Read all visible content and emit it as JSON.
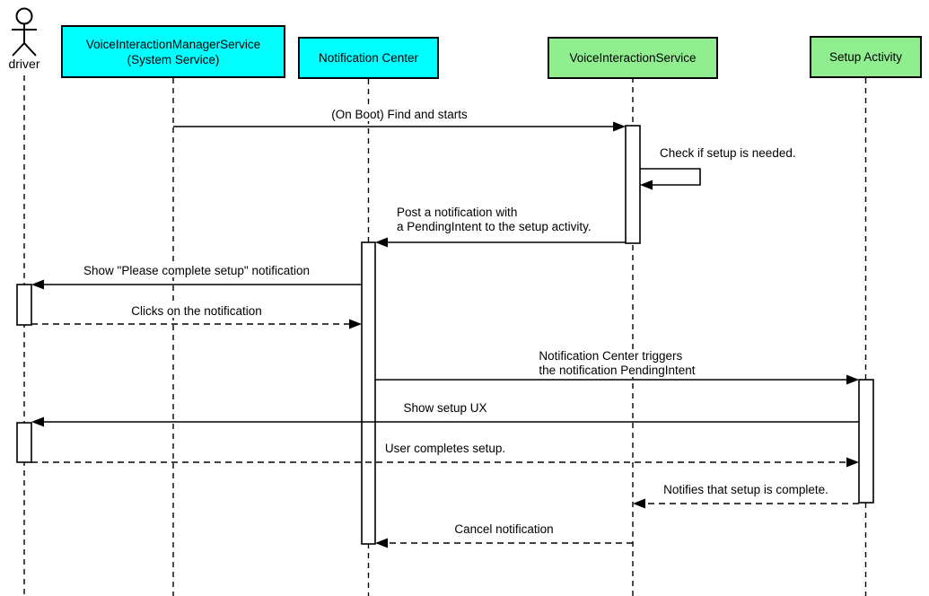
{
  "diagram_type": "uml-sequence-diagram",
  "participants": [
    {
      "id": "driver",
      "kind": "actor",
      "label": "driver"
    },
    {
      "id": "voice-interaction-manager-service",
      "kind": "participant",
      "label_line1": "VoiceInteractionManagerService",
      "label_line2": "(System Service)",
      "fill": "#00ffff"
    },
    {
      "id": "notification-center",
      "kind": "participant",
      "label": "Notification Center",
      "fill": "#00ffff"
    },
    {
      "id": "voice-interaction-service",
      "kind": "participant",
      "label": "VoiceInteractionService",
      "fill": "#90ee90"
    },
    {
      "id": "setup-activity",
      "kind": "participant",
      "label": "Setup Activity",
      "fill": "#90ee90"
    }
  ],
  "messages": [
    {
      "label": "(On Boot) Find and starts",
      "from": "VoiceInteractionManagerService (System Service)",
      "to": "VoiceInteractionService",
      "line": "solid"
    },
    {
      "label": "Check if setup is needed.",
      "from": "VoiceInteractionService",
      "to": "VoiceInteractionService",
      "line": "solid-self"
    },
    {
      "label_line1": "Post a notification with",
      "label_line2": "a PendingIntent to the setup activity.",
      "from": "VoiceInteractionService",
      "to": "Notification Center",
      "line": "solid"
    },
    {
      "label": "Show \"Please complete setup\" notification",
      "from": "Notification Center",
      "to": "driver",
      "line": "solid"
    },
    {
      "label": "Clicks on the notification",
      "from": "driver",
      "to": "Notification Center",
      "line": "dashed"
    },
    {
      "label_line1": "Notification Center triggers",
      "label_line2": "the notification PendingIntent",
      "from": "Notification Center",
      "to": "Setup Activity",
      "line": "solid"
    },
    {
      "label": "Show setup UX",
      "from": "Setup Activity",
      "to": "driver",
      "line": "solid"
    },
    {
      "label": "User completes setup.",
      "from": "driver",
      "to": "Setup Activity",
      "line": "dashed"
    },
    {
      "label": "Notifies that setup is complete.",
      "from": "Setup Activity",
      "to": "VoiceInteractionService",
      "line": "dashed"
    },
    {
      "label": "Cancel notification",
      "from": "VoiceInteractionService",
      "to": "Notification Center",
      "line": "dashed"
    }
  ],
  "colors": {
    "participant_cyan": "#00ffff",
    "participant_green": "#90ee90",
    "line": "#000000",
    "background": "#ffffff"
  }
}
